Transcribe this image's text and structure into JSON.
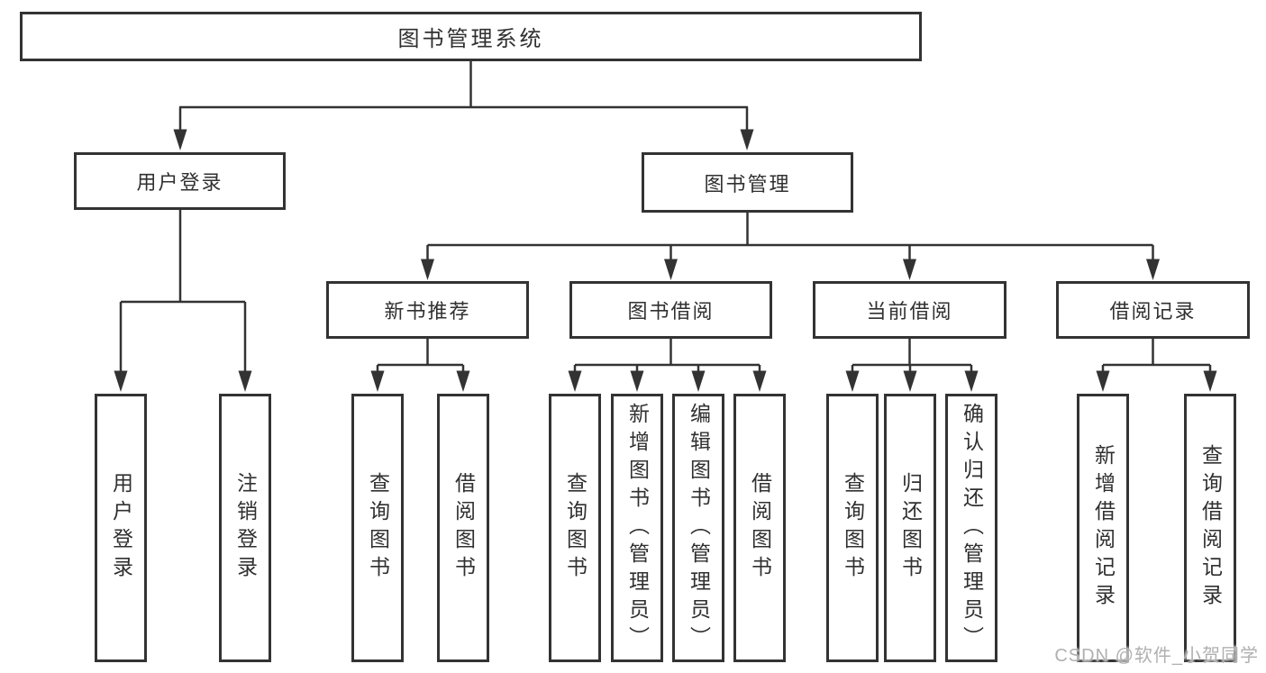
{
  "diagram_title": "图书管理系统",
  "tree": {
    "label": "图书管理系统",
    "children": [
      {
        "label": "用户登录",
        "children": [
          {
            "label": "用户登录"
          },
          {
            "label": "注销登录"
          }
        ]
      },
      {
        "label": "图书管理",
        "children": [
          {
            "label": "新书推荐",
            "children": [
              {
                "label": "查询图书"
              },
              {
                "label": "借阅图书"
              }
            ]
          },
          {
            "label": "图书借阅",
            "children": [
              {
                "label": "查询图书"
              },
              {
                "label": "新增图书（管理员）"
              },
              {
                "label": "编辑图书（管理员）"
              },
              {
                "label": "借阅图书"
              }
            ]
          },
          {
            "label": "当前借阅",
            "children": [
              {
                "label": "查询图书"
              },
              {
                "label": "归还图书"
              },
              {
                "label": "确认归还（管理员）"
              }
            ]
          },
          {
            "label": "借阅记录",
            "children": [
              {
                "label": "新增借阅记录"
              },
              {
                "label": "查询借阅记录"
              }
            ]
          }
        ]
      }
    ]
  },
  "watermark": {
    "text": "CSDN @软件_小贺同学"
  },
  "colors": {
    "line": "#333333",
    "box_border": "#333333",
    "text": "#303030",
    "watermark": "#b0b0b0",
    "background": "#ffffff"
  }
}
